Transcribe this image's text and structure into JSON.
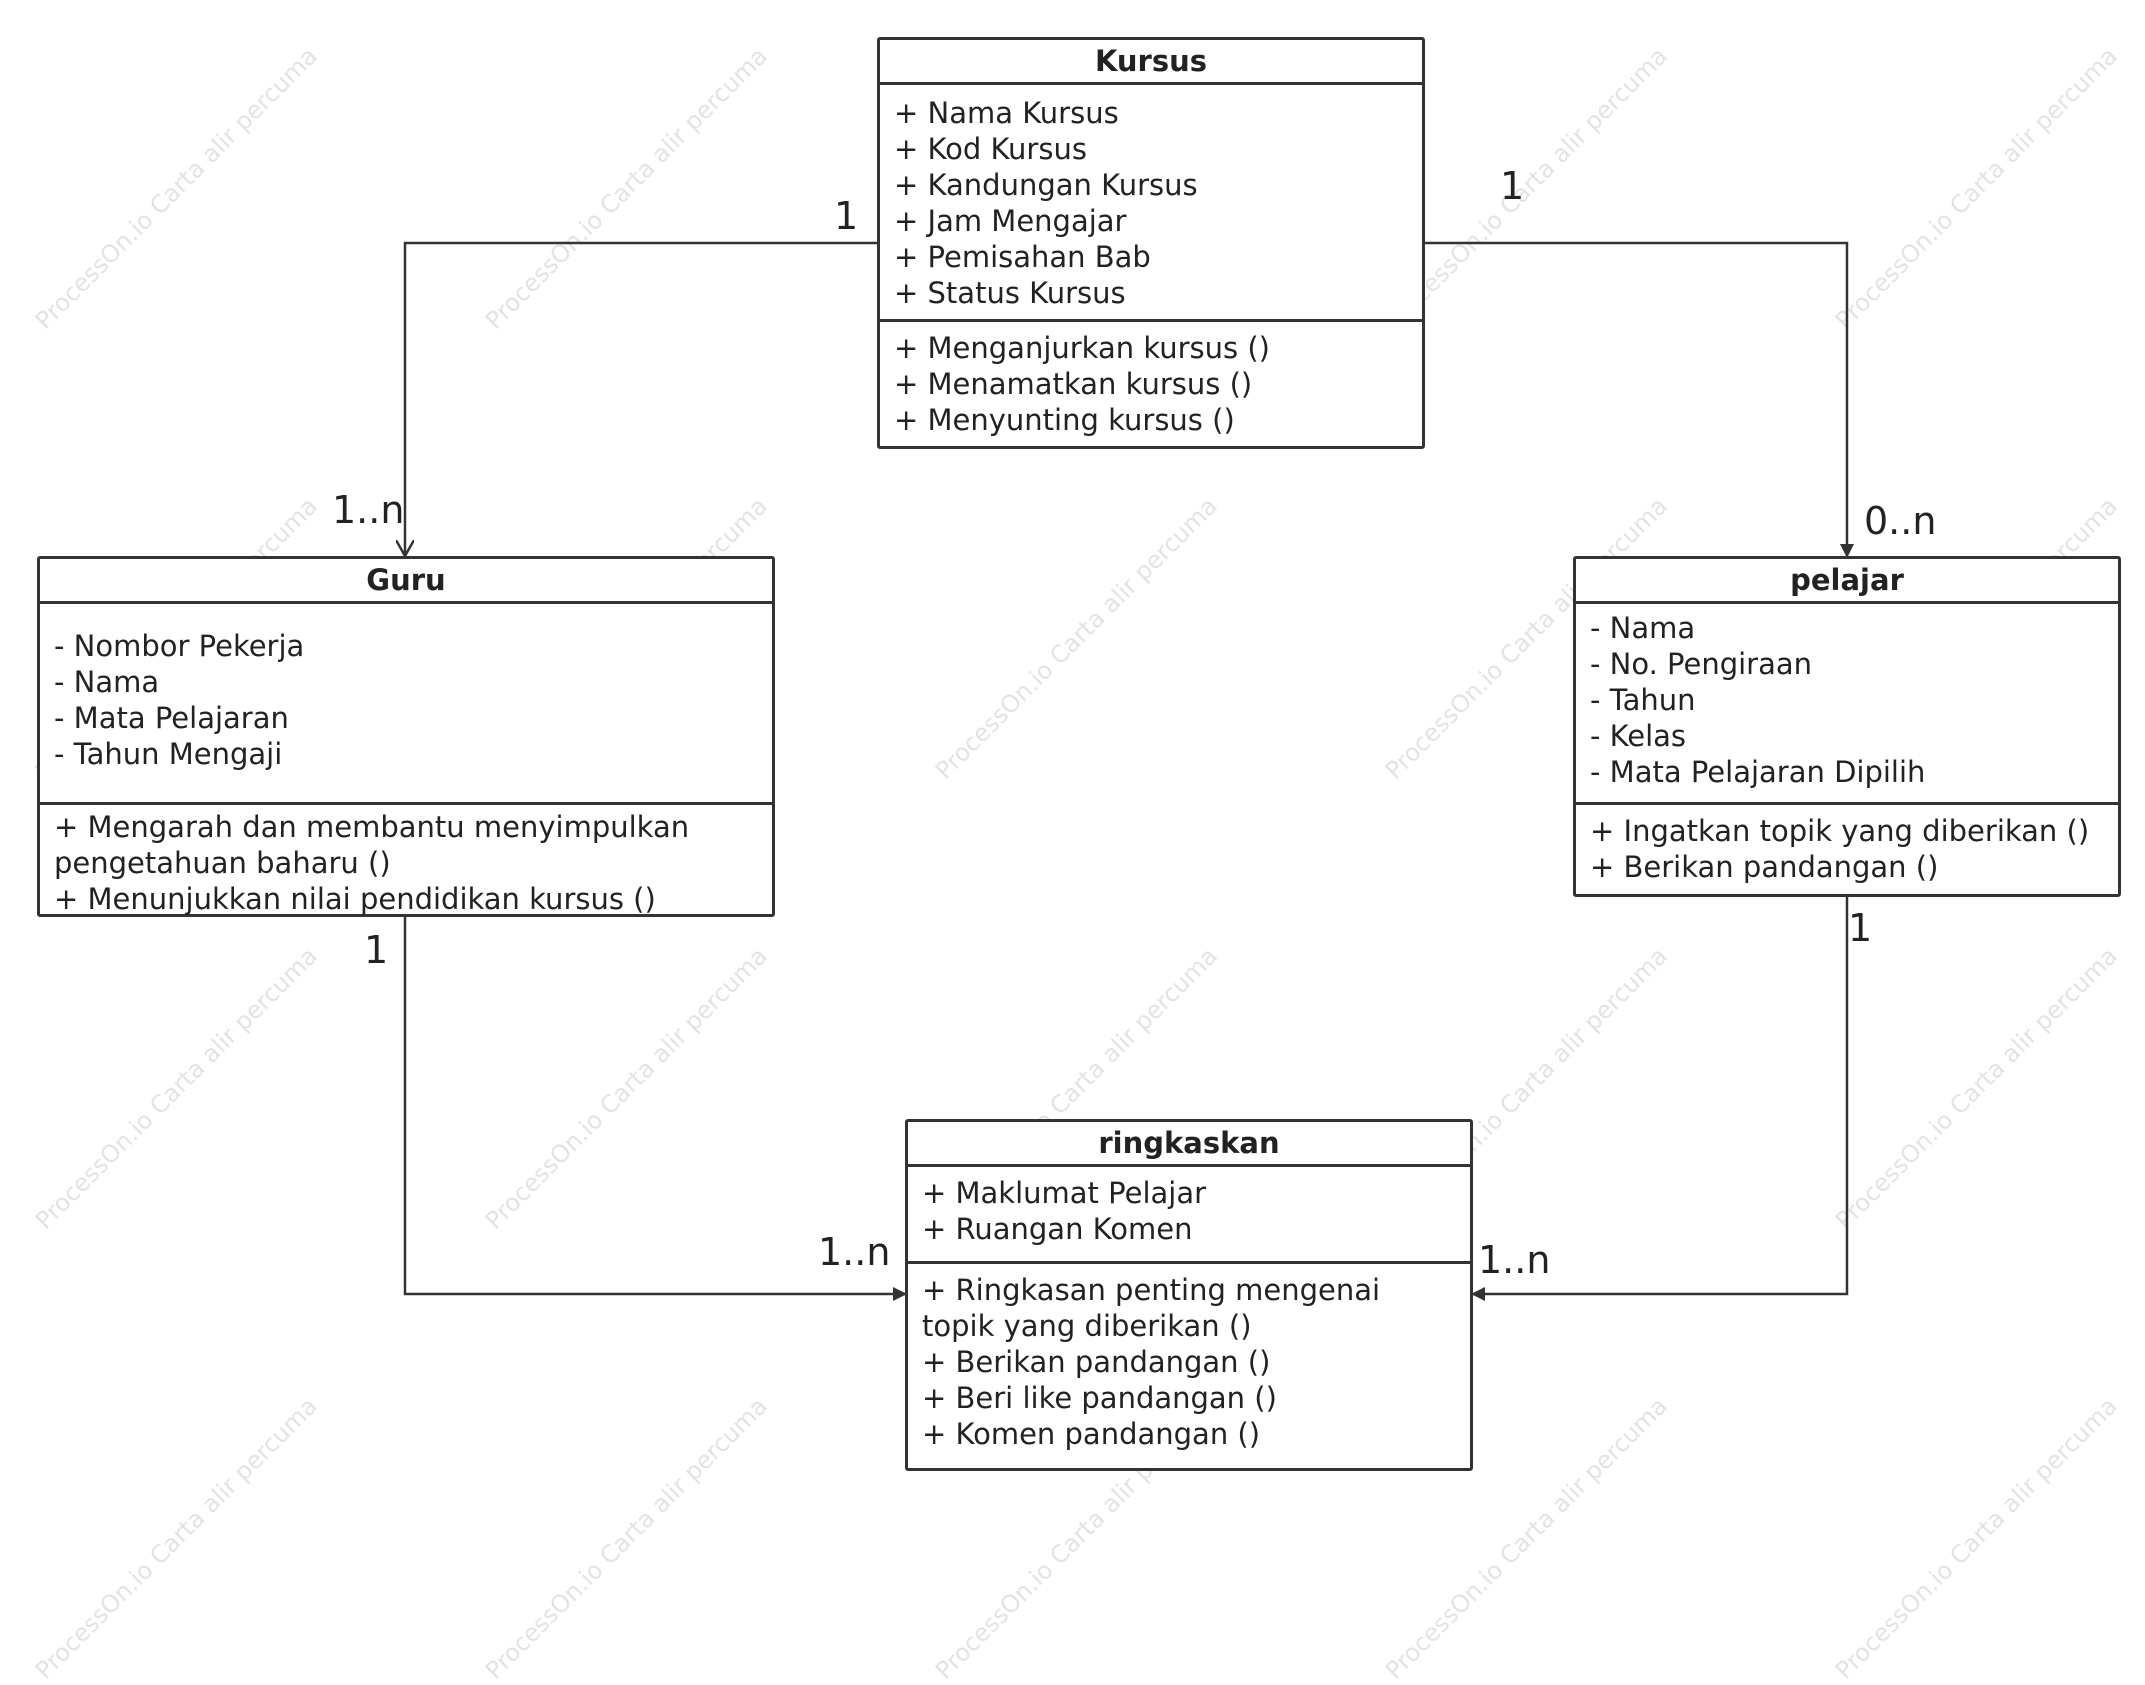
{
  "classes": {
    "kursus": {
      "title": "Kursus",
      "attributes": [
        "+ Nama Kursus",
        "+ Kod Kursus",
        "+ Kandungan Kursus",
        "+ Jam Mengajar",
        "+ Pemisahan Bab",
        "+ Status Kursus"
      ],
      "methods": [
        "+ Menganjurkan kursus  ()",
        "+ Menamatkan kursus  ()",
        "+ Menyunting kursus  ()"
      ]
    },
    "guru": {
      "title": "Guru",
      "attributes": [
        "- Nombor Pekerja",
        "- Nama",
        "- Mata Pelajaran",
        "- Tahun Mengaji"
      ],
      "methods": [
        "+ Mengarah dan membantu menyimpulkan pengetahuan baharu  ()",
        "+ Menunjukkan nilai pendidikan kursus  ()"
      ]
    },
    "pelajar": {
      "title": "pelajar",
      "attributes": [
        "- Nama",
        "- No. Pengiraan",
        "- Tahun",
        "- Kelas",
        "- Mata Pelajaran Dipilih"
      ],
      "methods": [
        "+ Ingatkan topik yang diberikan  ()",
        "+ Berikan pandangan  ()"
      ]
    },
    "ringkaskan": {
      "title": "ringkaskan",
      "attributes": [
        "+ Maklumat Pelajar",
        "+ Ruangan Komen"
      ],
      "methods": [
        "+ Ringkasan penting mengenai topik yang diberikan  ()",
        "+ Berikan pandangan  ()",
        "+ Beri like pandangan  ()",
        "+ Komen pandangan  ()"
      ]
    }
  },
  "multiplicities": {
    "kursus_guru_source": "1",
    "kursus_guru_target": "1..n",
    "kursus_pelajar_source": "1",
    "kursus_pelajar_target": "0..n",
    "guru_ringkaskan_source": "1",
    "guru_ringkaskan_target": "1..n",
    "pelajar_ringkaskan_source": "1",
    "pelajar_ringkaskan_target": "1..n"
  },
  "watermark": "ProcessOn.io Carta alir percuma"
}
